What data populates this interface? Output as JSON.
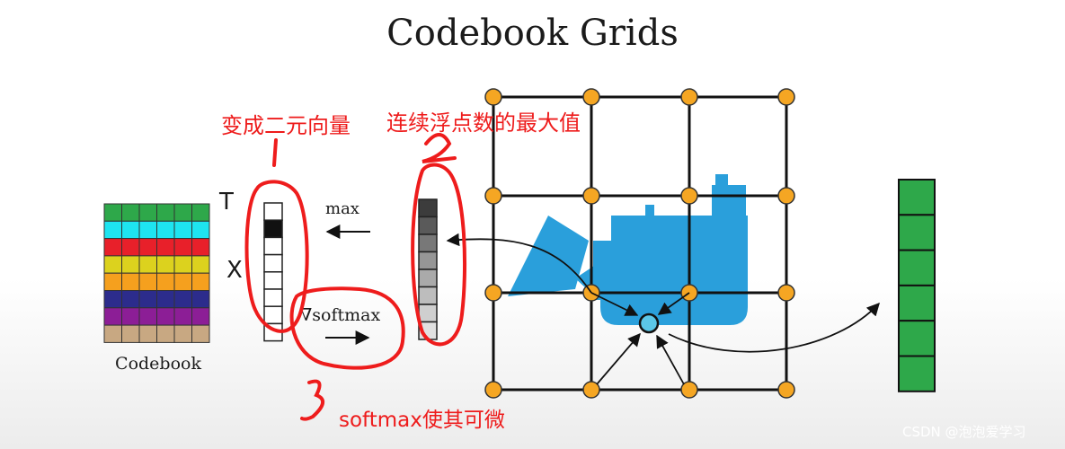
{
  "title": "Codebook Grids",
  "codebook": {
    "label": "Codebook",
    "row_colors": [
      "#2ea84a",
      "#1ee4f0",
      "#e8202a",
      "#dcd21e",
      "#f5a01e",
      "#2c2c8c",
      "#8c1e96",
      "#c8a882"
    ]
  },
  "binary_vector": {
    "label_top": "T",
    "label_side": "X",
    "cells": [
      0,
      1,
      0,
      0,
      0,
      0,
      0,
      0
    ]
  },
  "float_vector": {
    "cell_colors": [
      "#3c3c3c",
      "#5a5a5a",
      "#787878",
      "#969696",
      "#aaaaaa",
      "#bdbdbd",
      "#cfcfcf",
      "#e1e1e1"
    ]
  },
  "arrows": {
    "max_label": "max",
    "grad_label": "∇softmax"
  },
  "annotations": {
    "binary": "变成二元向量",
    "float_max": "连续浮点数的最大值",
    "softmax": "softmax使其可微"
  },
  "output_vector": {
    "color": "#2ea84a",
    "cells": 6
  },
  "colors": {
    "accent_red": "#ee1c1c",
    "grid_node": "#f5a623",
    "grid_line": "#111111",
    "excavator": "#2a9fdb",
    "query_point": "#5bc7e8"
  },
  "watermark": "CSDN @泡泡爱学习"
}
